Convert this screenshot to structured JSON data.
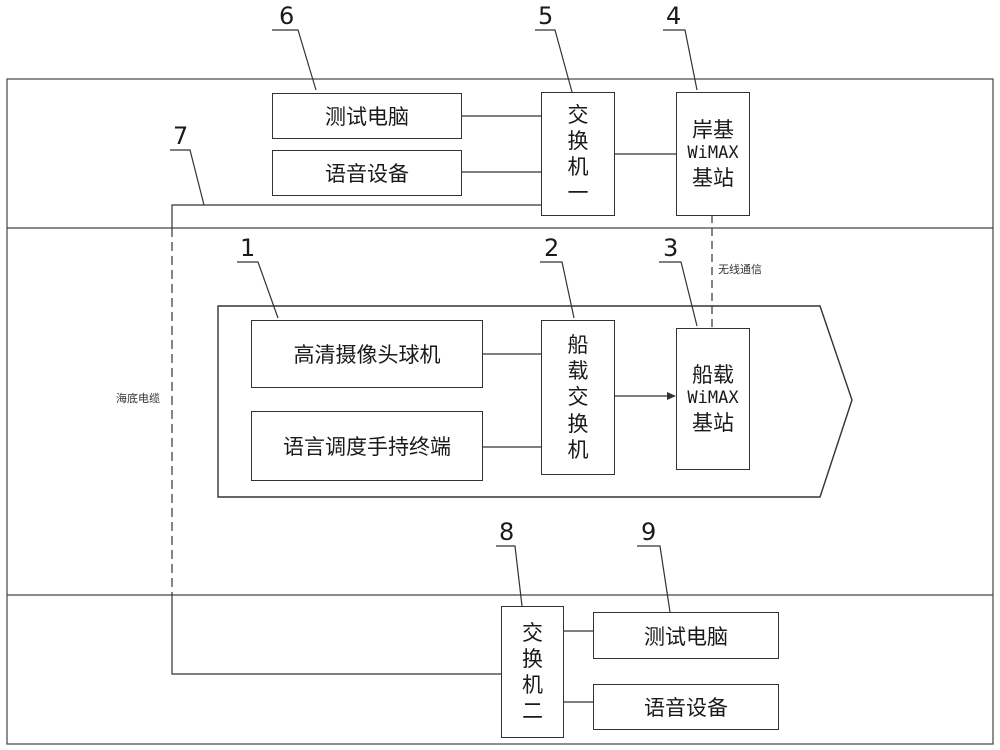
{
  "numbers": [
    "1",
    "2",
    "3",
    "4",
    "5",
    "6",
    "7",
    "8",
    "9"
  ],
  "shore": {
    "test_pc": "测试电脑",
    "voice_device": "语音设备",
    "switch_one": [
      "交",
      "换",
      "机",
      "一"
    ],
    "wimax_base": [
      "岸基",
      "WiMAX",
      "基站"
    ]
  },
  "ship": {
    "camera": "高清摄像头球机",
    "handheld": "语言调度手持终端",
    "switch": [
      "船",
      "载",
      "交",
      "换",
      "机"
    ],
    "wimax_base": [
      "船载",
      "WiMAX",
      "基站"
    ]
  },
  "remote": {
    "switch_two": [
      "交",
      "换",
      "机",
      "二"
    ],
    "test_pc": "测试电脑",
    "voice_device": "语音设备"
  },
  "labels": {
    "wireless": "无线通信",
    "cable": "海底电缆"
  }
}
